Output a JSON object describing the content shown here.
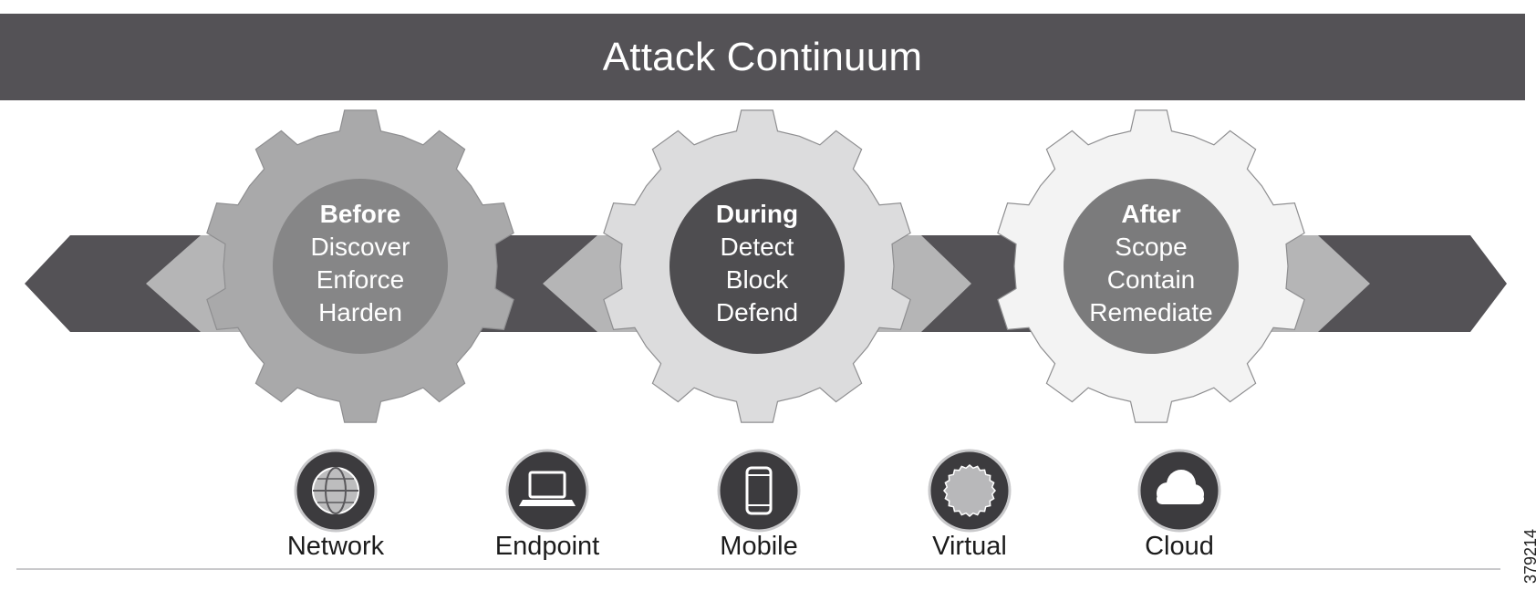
{
  "title": "Attack Continuum",
  "figure_number": "379214",
  "colors": {
    "banner": "#545256",
    "band": "#545256",
    "chevron": "#b5b5b6",
    "gear_before": "#a9a9aa",
    "gear_during": "#dcdcdd",
    "gear_after": "#f3f3f3",
    "circle_before": "#868687",
    "circle_during": "#4e4d50",
    "circle_after": "#7b7b7c",
    "icon_disc": "#3c3b3e"
  },
  "phases": [
    {
      "heading": "Before",
      "lines": [
        "Discover",
        "Enforce",
        "Harden"
      ]
    },
    {
      "heading": "During",
      "lines": [
        "Detect",
        "Block",
        "Defend"
      ]
    },
    {
      "heading": "After",
      "lines": [
        "Scope",
        "Contain",
        "Remediate"
      ]
    }
  ],
  "platforms": [
    {
      "label": "Network",
      "icon": "globe-icon"
    },
    {
      "label": "Endpoint",
      "icon": "laptop-icon"
    },
    {
      "label": "Mobile",
      "icon": "smartphone-icon"
    },
    {
      "label": "Virtual",
      "icon": "virtual-icon"
    },
    {
      "label": "Cloud",
      "icon": "cloud-icon"
    }
  ]
}
